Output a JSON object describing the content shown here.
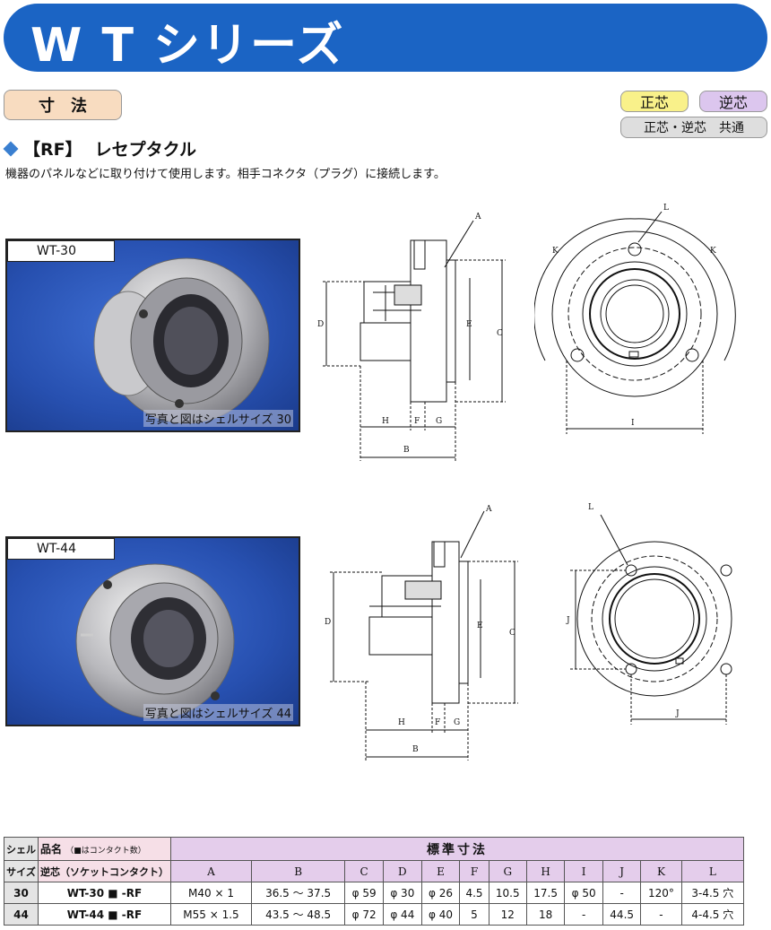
{
  "banner": {
    "title": "W T シリーズ"
  },
  "tags": {
    "dimensions": "寸法",
    "seishin": "正芯",
    "gyakushin": "逆芯",
    "common": "正芯・逆芯　共通"
  },
  "heading": {
    "rf": "【RF】",
    "name": "レセプタクル"
  },
  "description": "機器のパネルなどに取り付けて使用します。相手コネクタ（プラグ）に接続します。",
  "photos": [
    {
      "label": "WT-30",
      "caption": "写真と図はシェルサイズ 30"
    },
    {
      "label": "WT-44",
      "caption": "写真と図はシェルサイズ 44"
    }
  ],
  "drawing_labels": {
    "A": "A",
    "B": "B",
    "C": "C",
    "D": "D",
    "E": "E",
    "F": "F",
    "G": "G",
    "H": "H",
    "I": "I",
    "J": "J",
    "K": "K",
    "L": "L"
  },
  "table": {
    "col_shell_1": "シェル",
    "col_shell_2": "サイズ",
    "col_name": "品名",
    "col_name_note": "（■はコンタクト数）",
    "col_name_sub": "逆芯（ソケットコンタクト）",
    "col_standard": "標準寸法",
    "dim_headers": [
      "A",
      "B",
      "C",
      "D",
      "E",
      "F",
      "G",
      "H",
      "I",
      "J",
      "K",
      "L"
    ],
    "rows": [
      {
        "shell": "30",
        "name": "WT-30 ■ -RF",
        "values": [
          "M40 × 1",
          "36.5 ～ 37.5",
          "φ 59",
          "φ 30",
          "φ 26",
          "4.5",
          "10.5",
          "17.5",
          "φ 50",
          "-",
          "120°",
          "3-4.5 穴"
        ]
      },
      {
        "shell": "44",
        "name": "WT-44 ■ -RF",
        "values": [
          "M55 × 1.5",
          "43.5 ～ 48.5",
          "φ 72",
          "φ 44",
          "φ 40",
          "5",
          "12",
          "18",
          "-",
          "44.5",
          "-",
          "4-4.5 穴"
        ]
      }
    ]
  }
}
